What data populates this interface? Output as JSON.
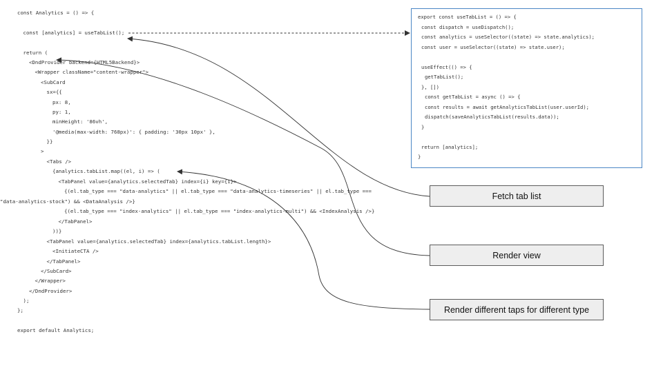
{
  "left_code": [
    {
      "text": "const Analytics = () => {",
      "indent": 0,
      "line": 0
    },
    {
      "text": "const [analytics] = useTabList();",
      "indent": 1,
      "line": 1
    },
    {
      "text": "return (",
      "indent": 1,
      "line": 2
    },
    {
      "text": "<DndProvider backend={HTML5Backend}>",
      "indent": 2,
      "line": 3
    },
    {
      "text": "<Wrapper className=\"content-wrapper\">",
      "indent": 3,
      "line": 4
    },
    {
      "text": "<SubCard",
      "indent": 4,
      "line": 5
    },
    {
      "text": "sx={{",
      "indent": 5,
      "line": 6
    },
    {
      "text": "px: 8,",
      "indent": 6,
      "line": 7
    },
    {
      "text": "py: 1,",
      "indent": 6,
      "line": 8
    },
    {
      "text": "minHeight: '86vh',",
      "indent": 6,
      "line": 9
    },
    {
      "text": "'@media(max-width: 768px)': { padding: '30px 10px' },",
      "indent": 6,
      "line": 10
    },
    {
      "text": "}}",
      "indent": 5,
      "line": 11
    },
    {
      "text": ">",
      "indent": 4,
      "line": 12
    },
    {
      "text": "<Tabs />",
      "indent": 5,
      "line": 13
    },
    {
      "text": "{analytics.tabList.map((el, i) => (",
      "indent": 6,
      "line": 14
    },
    {
      "text": "<TabPanel value={analytics.selectedTab} index={i} key={i}>",
      "indent": 7,
      "line": 15
    },
    {
      "text": "{(el.tab_type === \"data-analytics\" || el.tab_type === \"data-analytics-timeseries\" || el.tab_type ===",
      "indent": 8,
      "line": 16
    },
    {
      "text": "\"data-analytics-stock\") && <DataAnalysis />}",
      "indent": 0,
      "line": 17
    },
    {
      "text": "{(el.tab_type === \"index-analytics\" || el.tab_type === \"index-analytics-multi\") && <IndexAnalysis />}",
      "indent": 8,
      "line": 18
    },
    {
      "text": "</TabPanel>",
      "indent": 7,
      "line": 19
    },
    {
      "text": "))}",
      "indent": 6,
      "line": 20
    },
    {
      "text": "<TabPanel value={analytics.selectedTab} index={analytics.tabList.length}>",
      "indent": 5,
      "line": 21
    },
    {
      "text": "<InitiateCTA />",
      "indent": 6,
      "line": 22
    },
    {
      "text": "</TabPanel>",
      "indent": 5,
      "line": 23
    },
    {
      "text": "</SubCard>",
      "indent": 4,
      "line": 24
    },
    {
      "text": "</Wrapper>",
      "indent": 3,
      "line": 25
    },
    {
      "text": "</DndProvider>",
      "indent": 2,
      "line": 26
    },
    {
      "text": ");",
      "indent": 1,
      "line": 27
    },
    {
      "text": "};",
      "indent": 0,
      "line": 28
    },
    {
      "text": "export default Analytics;",
      "indent": 0,
      "line": 30
    }
  ],
  "panel_code": [
    {
      "text": "export const useTabList = () => {",
      "indent": 0
    },
    {
      "text": "const dispatch = useDispatch();",
      "indent": 1
    },
    {
      "text": "const analytics = useSelector((state) => state.analytics);",
      "indent": 1
    },
    {
      "text": "const user = useSelector((state) => state.user);",
      "indent": 1
    },
    {
      "text": "",
      "indent": 0
    },
    {
      "text": "useEffect(() => {",
      "indent": 1
    },
    {
      "text": "getTabList();",
      "indent": 2
    },
    {
      "text": "}, [])",
      "indent": 1
    },
    {
      "text": "const getTabList = async () => {",
      "indent": 2
    },
    {
      "text": "const results = await getAnalyticsTabList(user.userId);",
      "indent": 2
    },
    {
      "text": "dispatch(saveAnalyticsTabList(results.data));",
      "indent": 2
    },
    {
      "text": "}",
      "indent": 1
    },
    {
      "text": "",
      "indent": 0
    },
    {
      "text": "return [analytics];",
      "indent": 1
    },
    {
      "text": "}",
      "indent": 0
    }
  ],
  "labels": {
    "fetch": "Fetch tab list",
    "render_view": "Render view",
    "render_types": "Render different taps for different type"
  },
  "colors": {
    "panel_border": "#4a86c5",
    "label_fill": "#eeeeee",
    "connector": "#333333"
  }
}
